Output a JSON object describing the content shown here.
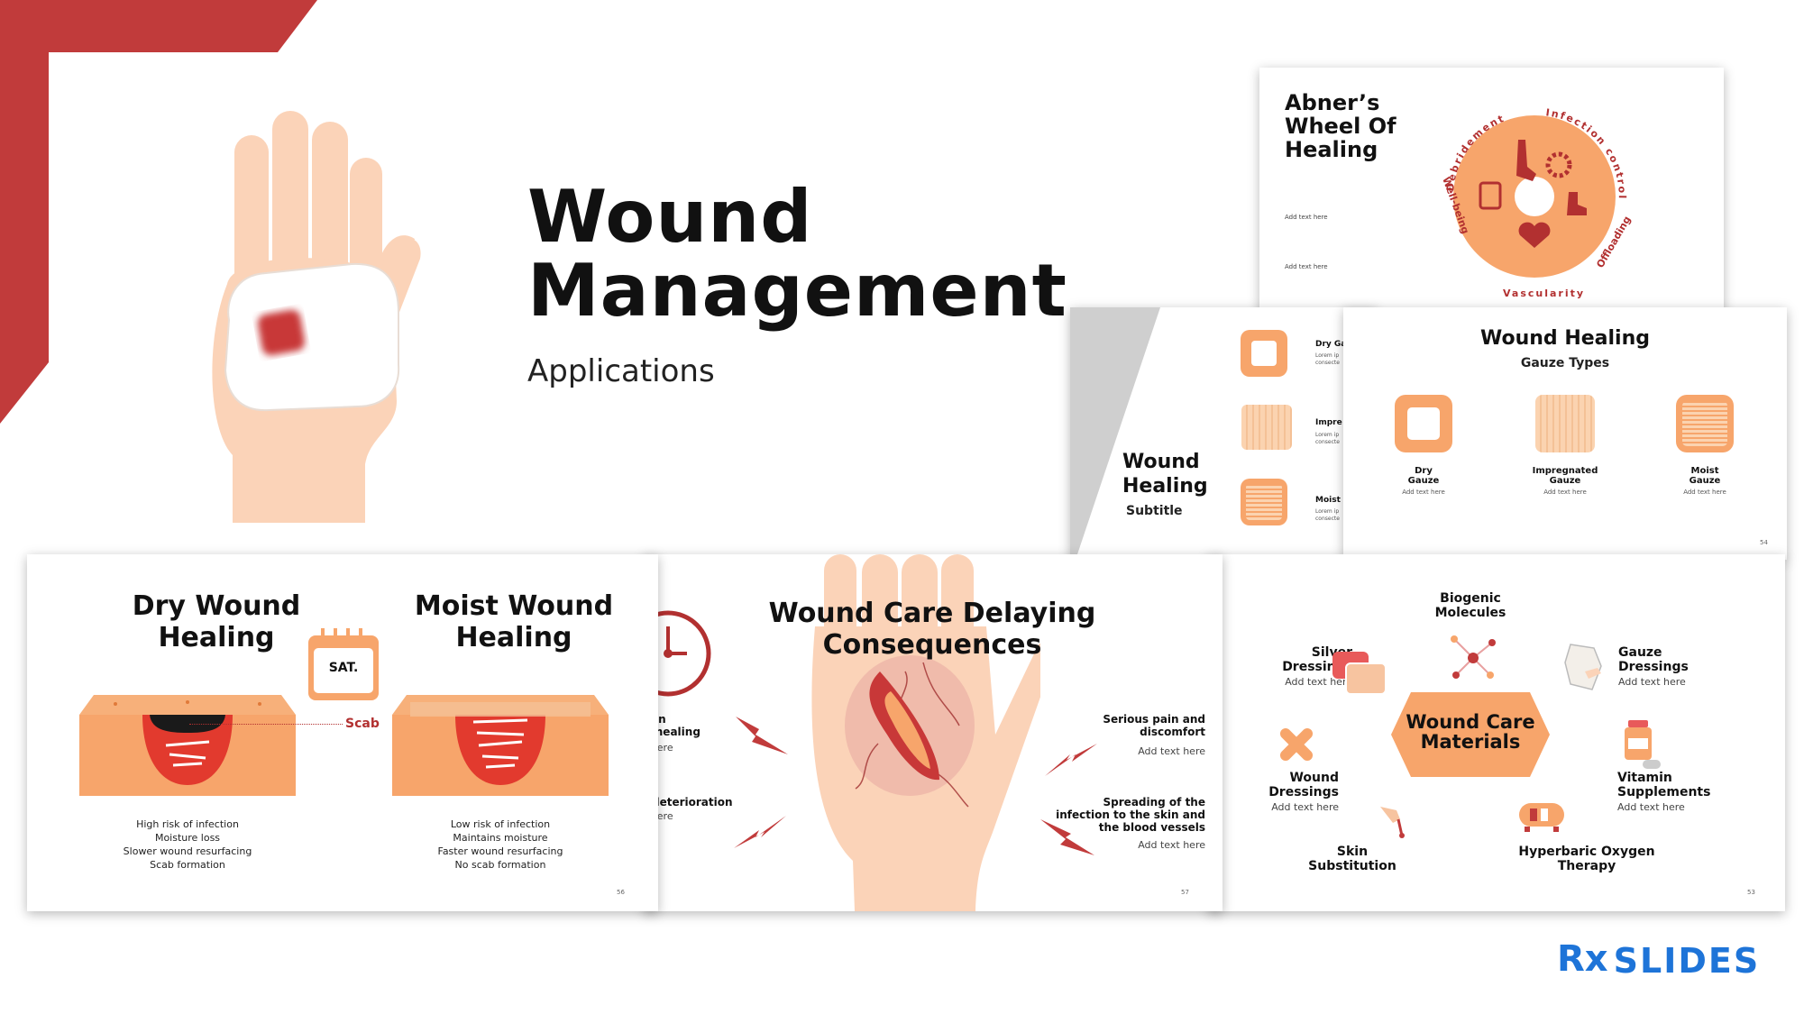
{
  "colors": {
    "accent": "#c13b3b",
    "peach": "#f7a56b",
    "peach_light": "#fbd3b0",
    "skin": "#fbd3b8",
    "dark_red": "#b23030",
    "logo_blue": "#1e74d8"
  },
  "hero": {
    "title_line1": "Wound",
    "title_line2": "Management",
    "subtitle": "Applications"
  },
  "wheel": {
    "title_lines": [
      "Abner’s",
      "Wheel Of",
      "Healing"
    ],
    "add_text_1": "Add text here",
    "add_text_2": "Add text here",
    "ring_labels": [
      "Debridement",
      "Infection control",
      "Offloading",
      "Vascularity",
      "Well-being"
    ]
  },
  "healing_subtitle": {
    "title_lines": [
      "Wound",
      "Healing"
    ],
    "subtitle": "Subtitle",
    "items": [
      {
        "label": "Dry Ga",
        "text1": "Lorem ip",
        "text2": "consecte"
      },
      {
        "label": "Impre",
        "text1": "Lorem ip",
        "text2": "consecte"
      },
      {
        "label": "Moist",
        "text1": "Lorem ip",
        "text2": "consecte"
      }
    ]
  },
  "gauze": {
    "title": "Wound Healing",
    "subtitle": "Gauze Types",
    "types": [
      {
        "name_lines": [
          "Dry",
          "Gauze"
        ],
        "add": "Add text here"
      },
      {
        "name_lines": [
          "Impregnated",
          "Gauze"
        ],
        "add": "Add text here"
      },
      {
        "name_lines": [
          "Moist",
          "Gauze"
        ],
        "add": "Add text here"
      }
    ],
    "page_no": "54"
  },
  "dry_moist": {
    "dry_title_lines": [
      "Dry Wound",
      "Healing"
    ],
    "moist_title_lines": [
      "Moist Wound",
      "Healing"
    ],
    "calendar_label": "SAT.",
    "scab_label": "Scab",
    "dry_points": [
      "High risk of infection",
      "Moisture loss",
      "Slower wound resurfacing",
      "Scab formation"
    ],
    "moist_points": [
      "Low risk of infection",
      "Maintains moisture",
      "Faster wound resurfacing",
      "No scab formation"
    ],
    "page_no": "56"
  },
  "delaying": {
    "title_lines": [
      "Wound Care Delaying",
      "Consequences"
    ],
    "left_1_lines": [
      "y in",
      "d healing"
    ],
    "left_1_add": "t here",
    "left_2_lines": [
      ": deterioration"
    ],
    "left_2_add": "t here",
    "right_1_lines": [
      "Serious pain and",
      "discomfort"
    ],
    "right_1_add": "Add text here",
    "right_2_lines": [
      "Spreading of the",
      "infection to the skin and",
      "the blood vessels"
    ],
    "right_2_add": "Add text here",
    "page_no": "57"
  },
  "materials": {
    "center_lines": [
      "Wound Care",
      "Materials"
    ],
    "items": [
      {
        "key": "biogenic",
        "lines": [
          "Biogenic",
          "Molecules"
        ],
        "add": ""
      },
      {
        "key": "silver",
        "lines": [
          "Silver",
          "Dressings"
        ],
        "add": "Add text here"
      },
      {
        "key": "gauze",
        "lines": [
          "Gauze",
          "Dressings"
        ],
        "add": "Add text here"
      },
      {
        "key": "wound",
        "lines": [
          "Wound",
          "Dressings"
        ],
        "add": "Add text here"
      },
      {
        "key": "vitamin",
        "lines": [
          "Vitamin",
          "Supplements"
        ],
        "add": "Add text here"
      },
      {
        "key": "skin",
        "lines": [
          "Skin",
          "Substitution"
        ],
        "add": ""
      },
      {
        "key": "hyperbaric",
        "lines": [
          "Hyperbaric Oxygen",
          "Therapy"
        ],
        "add": ""
      }
    ],
    "page_no": "53"
  },
  "logo": {
    "rx": "Rx",
    "slides": "SLIDES"
  }
}
